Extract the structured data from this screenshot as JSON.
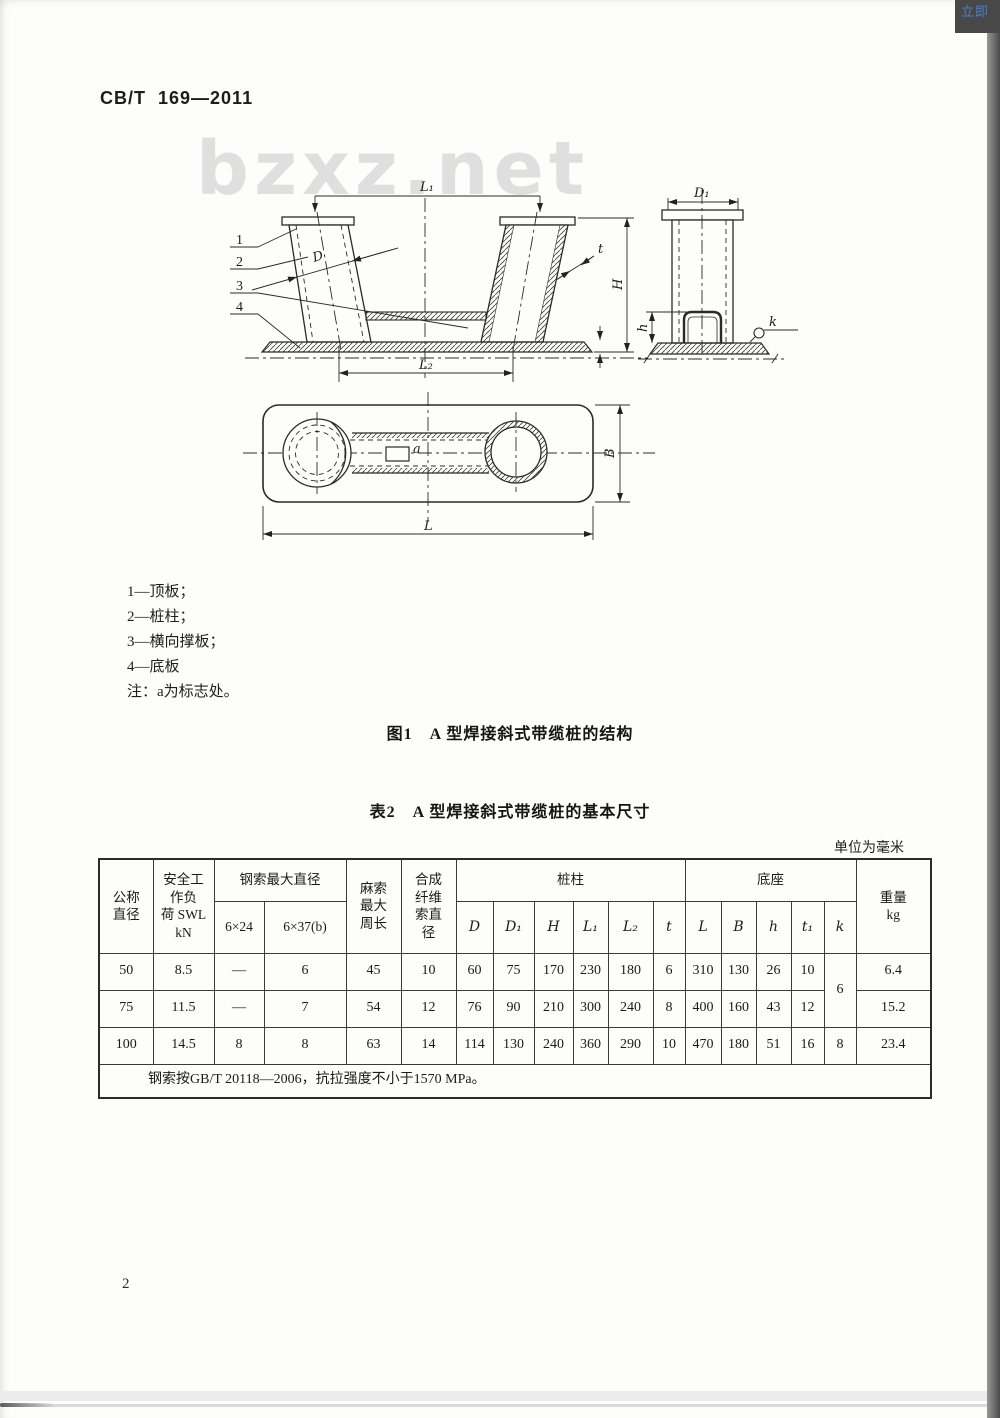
{
  "page": {
    "doc_number": "CB/T 169—2011",
    "watermark": "bzxz.net",
    "page_number": "2",
    "corner_overlay_label": "立即"
  },
  "figure": {
    "caption": "图1　A 型焊接斜式带缆桩的结构",
    "legend_lines": [
      "1—顶板；",
      "2—桩柱；",
      "3—横向撑板；",
      "4—底板",
      "注：a为标志处。"
    ],
    "part_labels": {
      "p1": "1",
      "p2": "2",
      "p3": "3",
      "p4": "4"
    },
    "dims": {
      "L1": "L₁",
      "D": "D",
      "t": "t",
      "H": "H",
      "L2": "L₂",
      "D1": "D₁",
      "h": "h",
      "k": "k",
      "a": "a",
      "B": "B",
      "L": "L"
    }
  },
  "table": {
    "caption": "表2　A 型焊接斜式带缆桩的基本尺寸",
    "unit_note": "单位为毫米",
    "headers": {
      "nominal": "公称\n直径",
      "swl": "安全工\n作负\n荷 SWL\nkN",
      "wire_rope_group": "钢索最大直径",
      "wire_6x24": "6×24",
      "wire_6x37": "6×37(b)",
      "hemp": "麻索\n最大\n周长",
      "synthetic": "合成\n纤维\n索直\n径",
      "column_group": "桩柱",
      "base_group": "底座",
      "weight": "重量\nkg",
      "col_D": "D",
      "col_D1": "D₁",
      "col_H": "H",
      "col_L1": "L₁",
      "col_L2": "L₂",
      "col_t": "t",
      "col_L": "L",
      "col_B": "B",
      "col_h": "h",
      "col_t1": "t₁",
      "col_k": "k"
    },
    "rows": [
      {
        "nominal": "50",
        "swl": "8.5",
        "w624": "—",
        "w637": "6",
        "hemp": "45",
        "syn": "10",
        "D": "60",
        "D1": "75",
        "H": "170",
        "L1": "230",
        "L2": "180",
        "t": "6",
        "L": "310",
        "B": "130",
        "h": "26",
        "t1": "10",
        "k": "6",
        "weight": "6.4"
      },
      {
        "nominal": "75",
        "swl": "11.5",
        "w624": "—",
        "w637": "7",
        "hemp": "54",
        "syn": "12",
        "D": "76",
        "D1": "90",
        "H": "210",
        "L1": "300",
        "L2": "240",
        "t": "8",
        "L": "400",
        "B": "160",
        "h": "43",
        "t1": "12",
        "weight": "15.2"
      },
      {
        "nominal": "100",
        "swl": "14.5",
        "w624": "8",
        "w637": "8",
        "hemp": "63",
        "syn": "14",
        "D": "114",
        "D1": "130",
        "H": "240",
        "L1": "360",
        "L2": "290",
        "t": "10",
        "L": "470",
        "B": "180",
        "h": "51",
        "t1": "16",
        "k": "8",
        "weight": "23.4"
      }
    ],
    "footnote": "钢索按GB/T 20118—2006，抗拉强度不小于1570 MPa。"
  }
}
